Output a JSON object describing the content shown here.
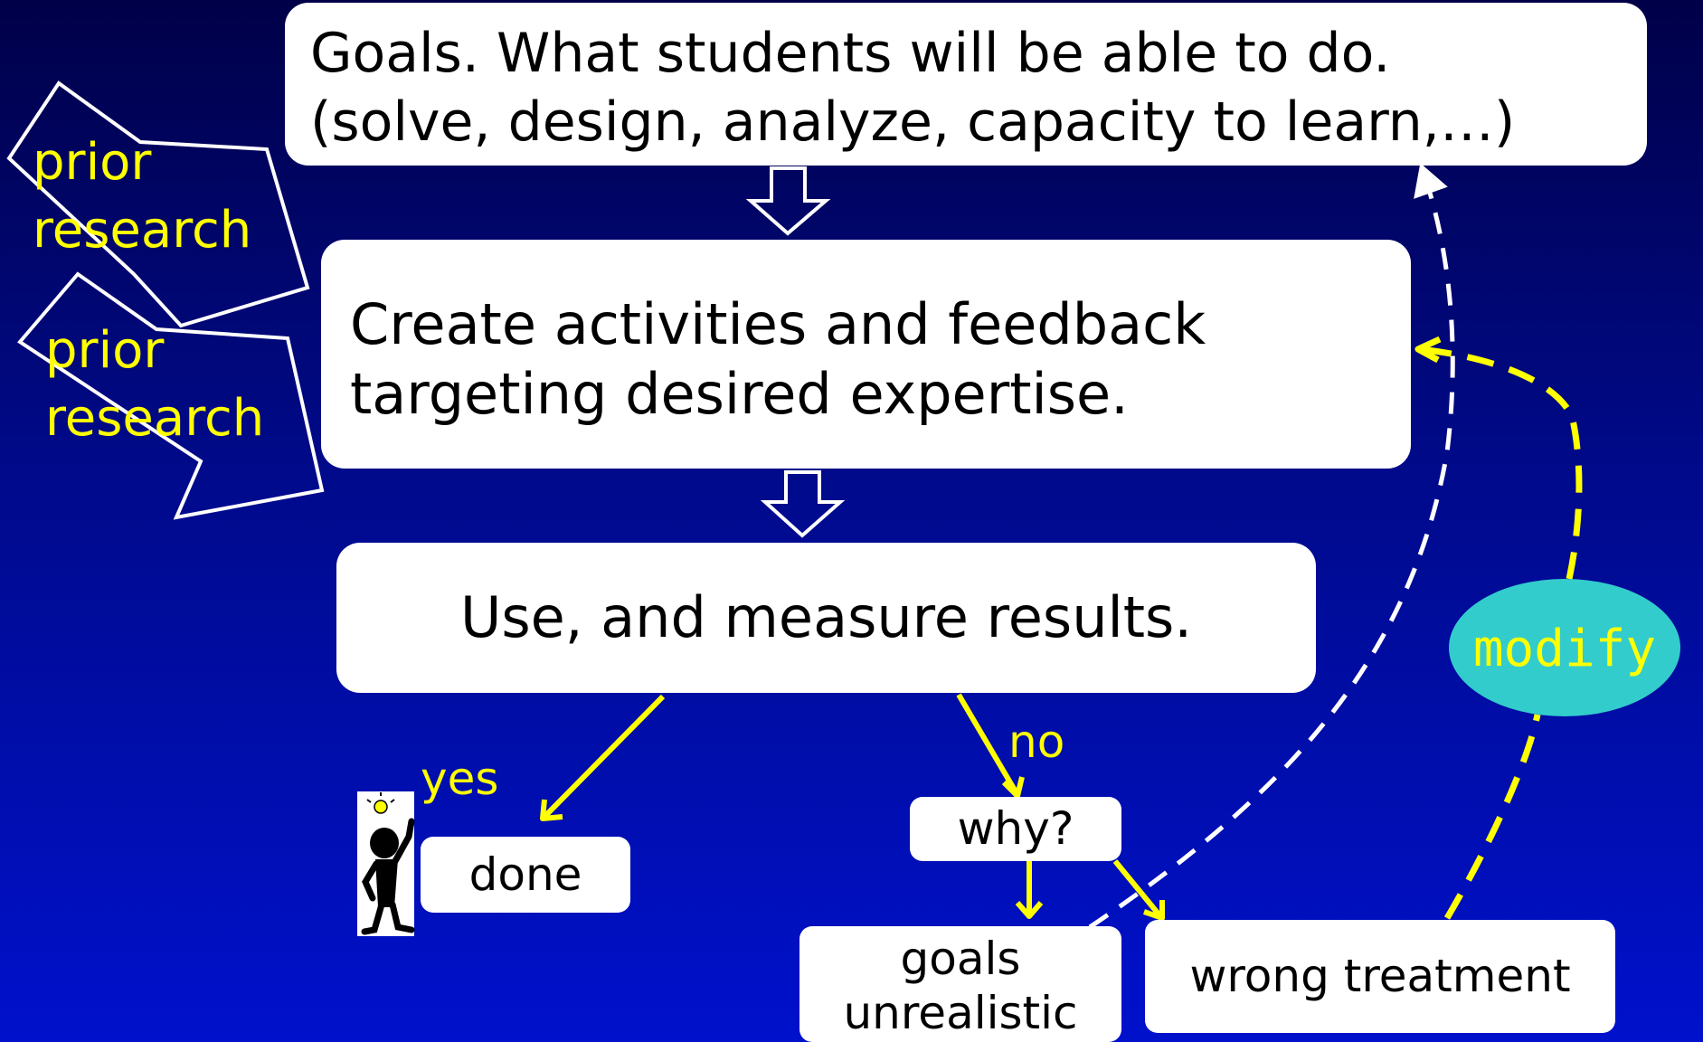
{
  "colors": {
    "background_top": "#000048",
    "background_bottom": "#0011cc",
    "arrow": "#ffff00",
    "dashed_white": "#ffffff",
    "ellipse": "#33cccc",
    "box": "#ffffff"
  },
  "boxes": {
    "goals": {
      "line1": "Goals. What students will be able to do.",
      "line2": "(solve, design, analyze, capacity to learn,…)"
    },
    "create": {
      "line1": "Create activities and feedback",
      "line2": "targeting desired expertise."
    },
    "use": {
      "text": "Use, and measure results."
    },
    "done": {
      "text": "done"
    },
    "why": {
      "text": "why?"
    },
    "goals_unrealistic": {
      "line1": "goals",
      "line2": "unrealistic"
    },
    "wrong_treatment": {
      "text": "wrong treatment"
    }
  },
  "labels": {
    "prior_research_1": {
      "line1": "prior",
      "line2": "research"
    },
    "prior_research_2": {
      "line1": "prior",
      "line2": "research"
    },
    "yes": "yes",
    "no": "no",
    "modify": "modify"
  },
  "icons": {
    "thinker": "person-with-lightbulb-icon"
  }
}
